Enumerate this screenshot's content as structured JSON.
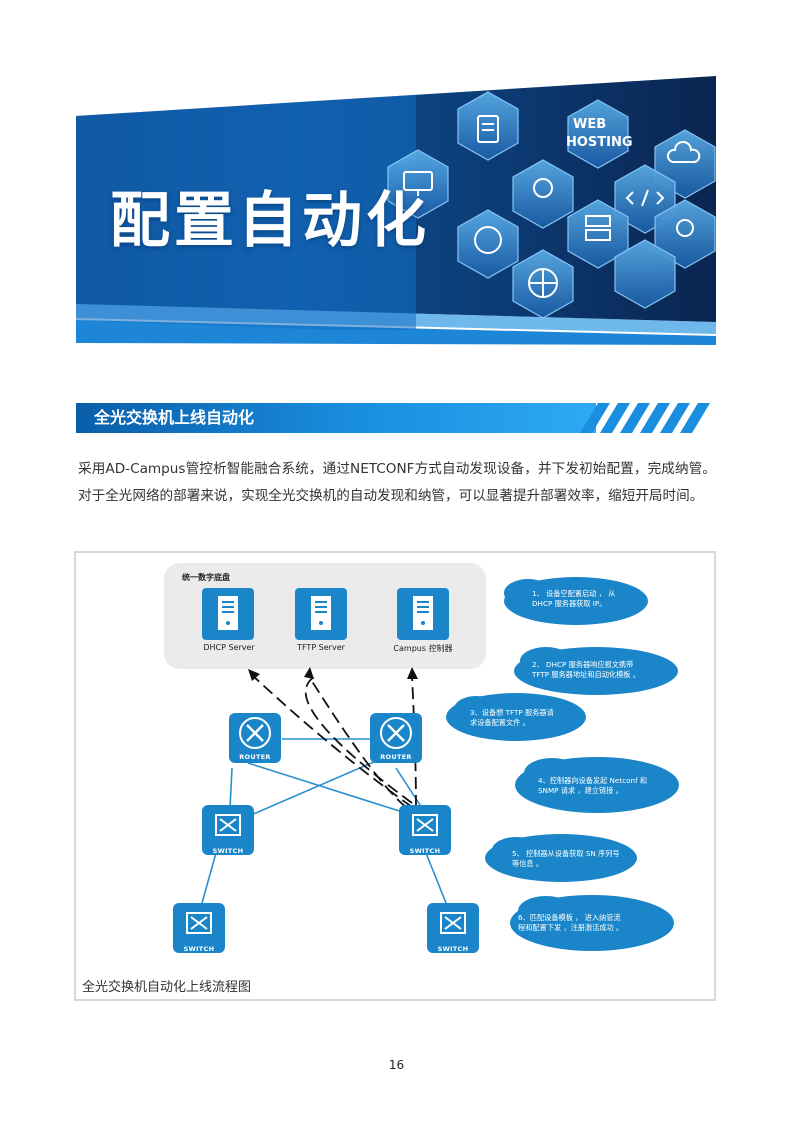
{
  "banner": {
    "title": "配置自动化",
    "tile_text": [
      "WEB",
      "HOSTING"
    ]
  },
  "section": {
    "title": "全光交换机上线自动化"
  },
  "body": {
    "paragraph": "采用AD-Campus管控析智能融合系统，通过NETCONF方式自动发现设备，并下发初始配置，完成纳管。对于全光网络的部署来说，实现全光交换机的自动发现和纳管，可以显著提升部署效率，缩短开局时间。"
  },
  "diagram": {
    "group_label": "统一数字底盘",
    "servers": [
      {
        "label": "DHCP Server"
      },
      {
        "label": "TFTP Server"
      },
      {
        "label": "Campus 控制器"
      }
    ],
    "router_label": "ROUTER",
    "switch_label": "SWITCH",
    "steps": [
      {
        "line1": "1、 设备空配置启动 ， 从",
        "line2": "DHCP 服务器获取  IP。"
      },
      {
        "line1": "2、 DHCP 服务器响应报文携带",
        "line2": "TFTP 服务器地址和自动化模板     。"
      },
      {
        "line1": "3、设备想  TFTP 服务器请",
        "line2": "求设备配置文件    。"
      },
      {
        "line1": "4、控制器向设备发起    Netconf 和",
        "line2": "SNMP  请求 ，建立链接 。"
      },
      {
        "line1": "5、 控制器从设备获取    SN 序列号",
        "line2": "等信息 。"
      },
      {
        "line1": "6、匹配设备模板 ， 进入纳管流",
        "line2": "程和配置下发 ，注册激活成功   。"
      }
    ],
    "colors": {
      "primary": "#1a86c9",
      "bubble": "#1a86c9",
      "link": "#2a8fcf",
      "group_bg": "#ebebeb"
    }
  },
  "figure": {
    "caption": "全光交换机自动化上线流程图"
  },
  "footer": {
    "page_number": "16"
  }
}
